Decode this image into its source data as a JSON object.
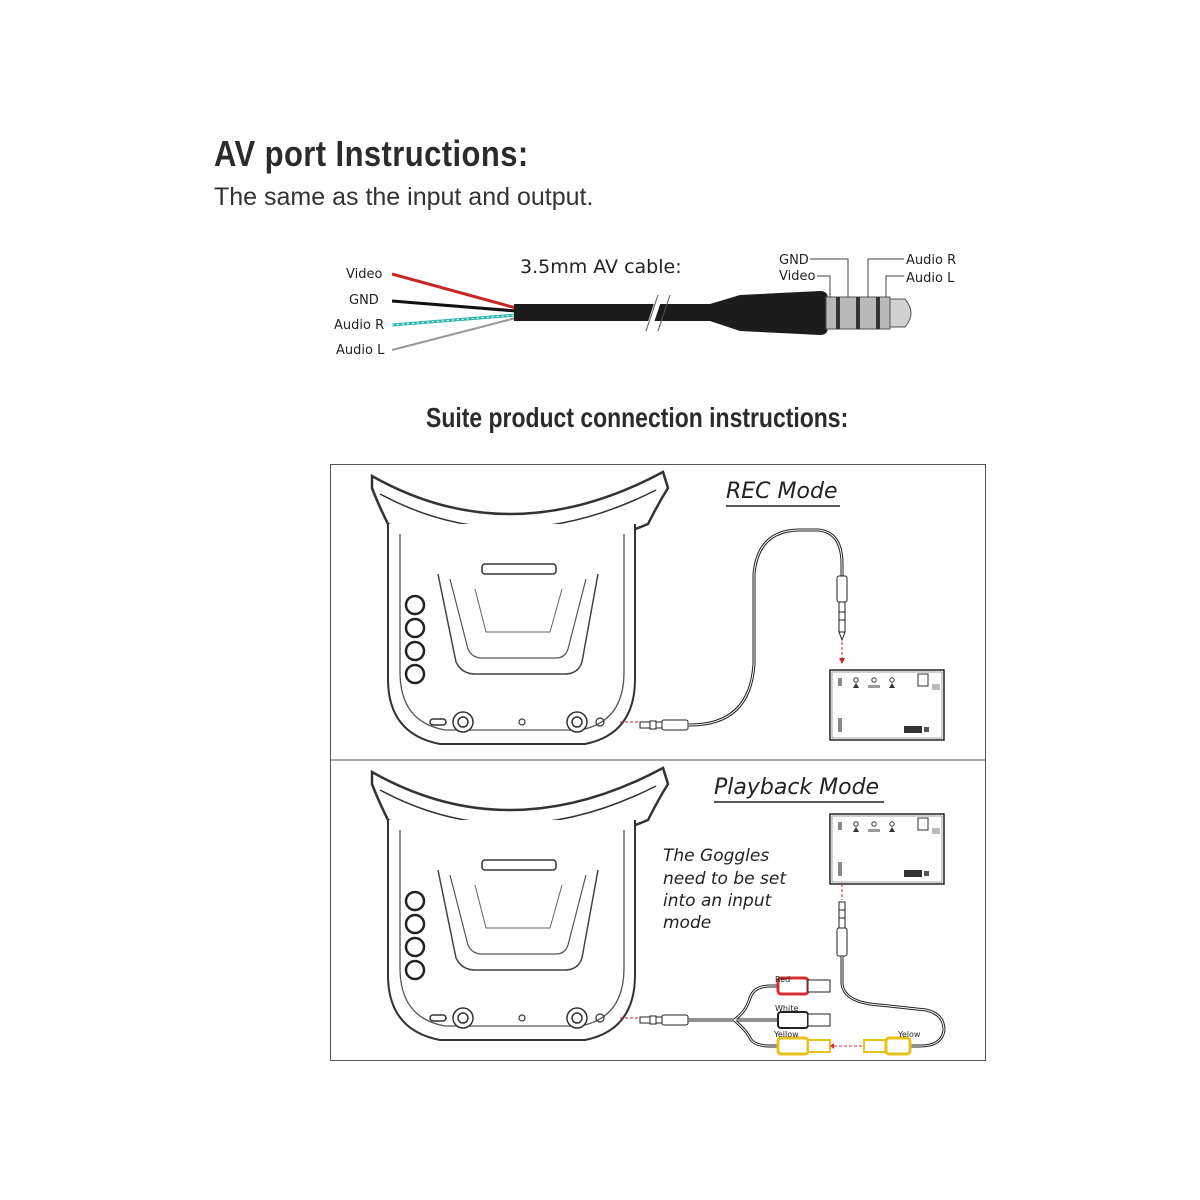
{
  "header": {
    "title": "AV port Instructions:",
    "subtitle": "The same as the input and output."
  },
  "cable": {
    "title": "3.5mm AV  cable:",
    "wires": [
      "Video",
      "GND",
      "Audio R",
      "Audio L"
    ],
    "plug_labels": {
      "gnd": "GND",
      "video": "Video",
      "audio_r": "Audio R",
      "audio_l": "Audio L"
    }
  },
  "section_title": "Suite product connection instructions:",
  "rec": {
    "title": "REC Mode"
  },
  "playback": {
    "title": "Playback Mode",
    "note": [
      "The Goggles",
      "need to be set",
      "into an input",
      "mode"
    ],
    "rca_labels": {
      "red": "Red",
      "white": "White",
      "yellow": "Yellow",
      "yellow2": "Yelow"
    }
  },
  "colors": {
    "video_wire": "#c62828",
    "gnd_wire": "#111111",
    "audio_r_wire": "#2fb7b0",
    "audio_l_wire": "#999999",
    "rca_red": "#d32f2f",
    "rca_yellow": "#e8c21a"
  }
}
